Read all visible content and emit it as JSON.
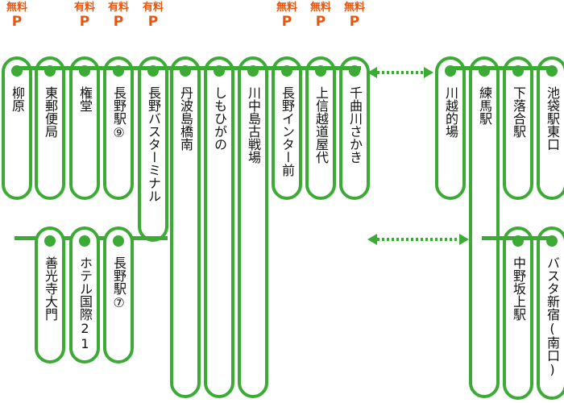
{
  "colors": {
    "route": "#3cab36",
    "parking": "#e8550e",
    "text": "#111111"
  },
  "parking_labels": {
    "free": "無料",
    "paid": "有料",
    "symbol": "P"
  },
  "stops_top_left": [
    {
      "id": "yanagihara",
      "name": "柳原",
      "parking": "free"
    },
    {
      "id": "higashi-yubinkyoku",
      "name": "東郵便局",
      "parking": ""
    },
    {
      "id": "gondo",
      "name": "権堂",
      "parking": "paid"
    },
    {
      "id": "nagano-eki-9",
      "name": "長野駅⑨",
      "parking": "paid"
    },
    {
      "id": "nagano-bus-terminal",
      "name": "長野バスターミナル",
      "parking": "paid"
    },
    {
      "id": "tanba-jima-bashi-minami",
      "name": "丹波島橋南",
      "parking": ""
    },
    {
      "id": "shimohigano",
      "name": "しもひがの",
      "parking": ""
    },
    {
      "id": "kawanakajima-kosenjo",
      "name": "川中島古戦場",
      "parking": ""
    },
    {
      "id": "nagano-ic-mae",
      "name": "長野インター前",
      "parking": "free"
    },
    {
      "id": "ueshinetsu-doya-shiro",
      "name": "上信越道屋代",
      "parking": "free"
    },
    {
      "id": "chikumagawa-sakaki",
      "name": "千曲川さかき",
      "parking": "free"
    }
  ],
  "stops_bottom_left": [
    {
      "id": "zenkoji-daimon",
      "name": "善光寺大門"
    },
    {
      "id": "hotel-kokusai-21",
      "name": "ホテル国際21"
    },
    {
      "id": "nagano-eki-7",
      "name": "長野駅⑦"
    }
  ],
  "stops_top_right": [
    {
      "id": "kawagoe-matoba",
      "name": "川越的場"
    },
    {
      "id": "nerima-eki",
      "name": "練馬駅"
    },
    {
      "id": "shimo-ochiai-eki",
      "name": "下落合駅"
    },
    {
      "id": "ikebukuro-eki-higashiguchi",
      "name": "池袋駅東口"
    }
  ],
  "stops_bottom_right": [
    {
      "id": "nakano-sakaue-eki",
      "name": "中野坂上駅"
    },
    {
      "id": "busta-shinjuku",
      "name": "バスタ新宿(南口)"
    }
  ]
}
